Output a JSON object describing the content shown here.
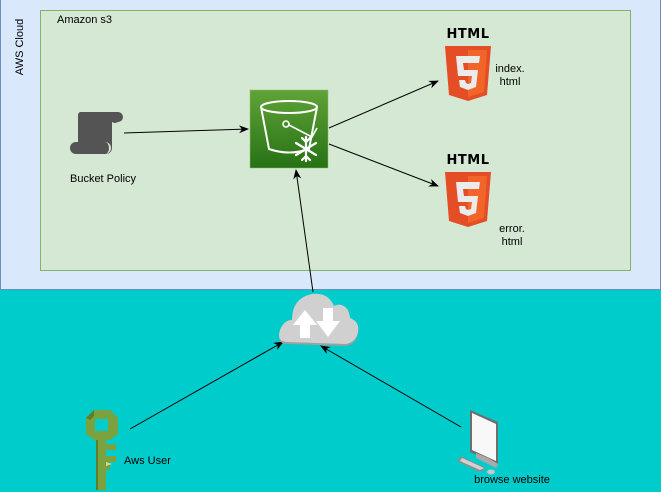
{
  "groups": {
    "aws_cloud": "AWS Cloud",
    "amazon_s3": "Amazon s3"
  },
  "nodes": {
    "bucket_policy": "Bucket Policy",
    "s3_bucket": "S3 Glacier bucket",
    "index_html": {
      "badge": "HTML",
      "line1": "index.",
      "line2": "html"
    },
    "error_html": {
      "badge": "HTML",
      "line1": "error.",
      "line2": "html"
    },
    "internet": "Internet cloud",
    "aws_user": "Aws User",
    "browser": "browse website"
  },
  "edges": [
    {
      "from": "bucket_policy",
      "to": "s3_bucket"
    },
    {
      "from": "s3_bucket",
      "to": "index_html"
    },
    {
      "from": "s3_bucket",
      "to": "error_html"
    },
    {
      "from": "internet",
      "to": "s3_bucket"
    },
    {
      "from": "aws_user",
      "to": "internet"
    },
    {
      "from": "browser",
      "to": "internet"
    }
  ],
  "colors": {
    "cloud_fill": "#DAE8FC",
    "cloud_border": "#6C8EBF",
    "s3_fill": "#D5E8D4",
    "s3_border": "#82B366",
    "background": "#00CCCC",
    "html5_orange": "#E44D26"
  }
}
